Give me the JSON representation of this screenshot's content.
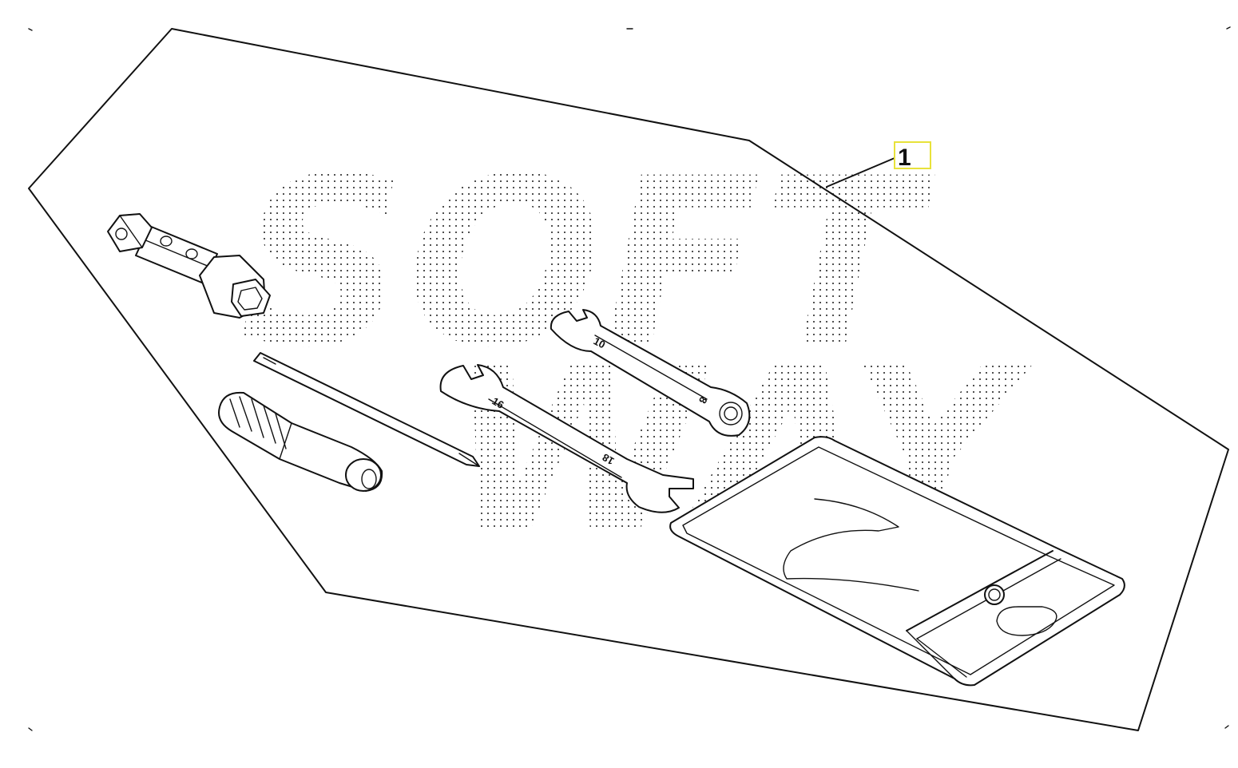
{
  "diagram": {
    "callout": {
      "number": "1",
      "highlight_color": "#e8e23a"
    },
    "watermark": {
      "line1": "SOFT",
      "line2": "WAY"
    },
    "parts": [
      {
        "name": "plug-wrench",
        "icon": "hex-socket-icon"
      },
      {
        "name": "screwdriver-bit",
        "icon": "screwdriver-bit-icon"
      },
      {
        "name": "screwdriver-handle",
        "icon": "screwdriver-handle-icon"
      },
      {
        "name": "small-wrench",
        "icon": "combination-wrench-icon",
        "mark_open": "10",
        "mark_ring": "8"
      },
      {
        "name": "large-wrench",
        "icon": "combination-wrench-icon",
        "mark_open": "16",
        "mark_ring": "18"
      },
      {
        "name": "tool-bag",
        "icon": "tool-pouch-icon"
      }
    ]
  }
}
